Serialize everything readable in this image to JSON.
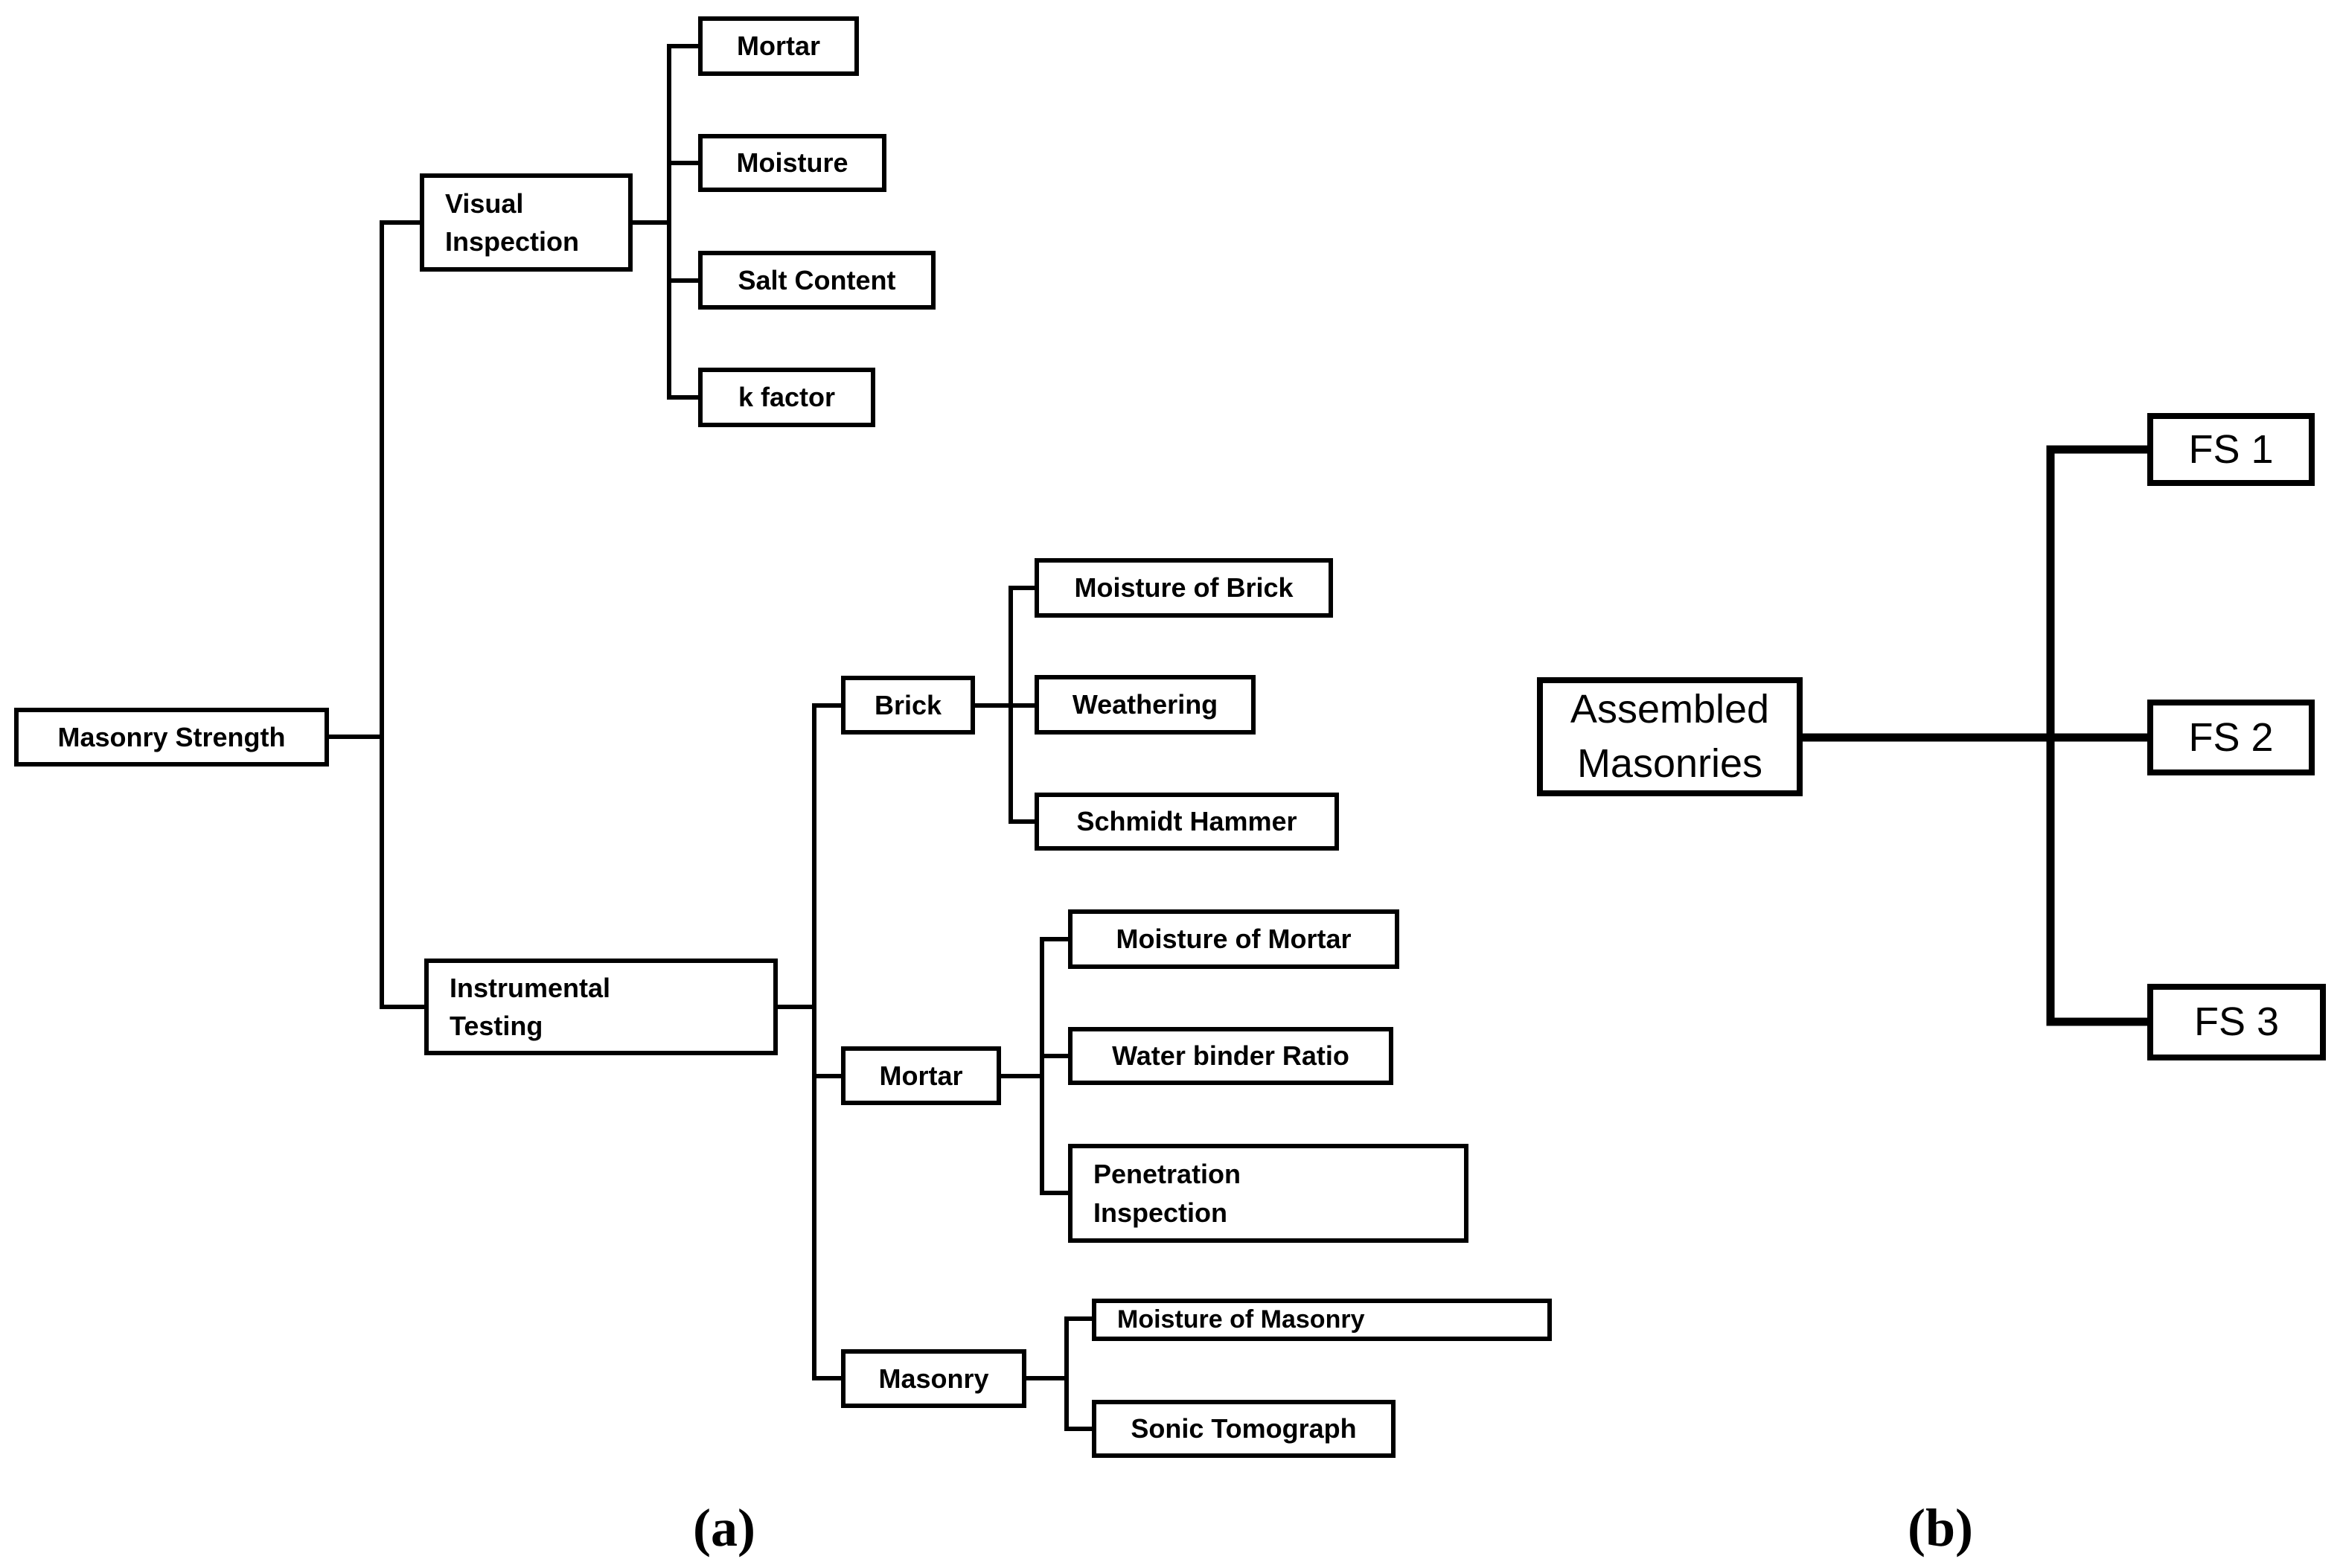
{
  "figure": {
    "background": "#ffffff",
    "line_color": "#000000",
    "box_border_color": "#000000",
    "text_color": "#000000",
    "panels": {
      "a": {
        "caption": "(a)",
        "root": "Masonry Strength",
        "visual_inspection": {
          "label": "Visual\nInspection",
          "children": [
            "Mortar",
            "Moisture",
            "Salt Content",
            "k factor"
          ]
        },
        "instrumental_testing": {
          "label": "Instrumental\nTesting",
          "groups": [
            {
              "label": "Brick",
              "children": [
                "Moisture of Brick",
                "Weathering",
                "Schmidt Hammer"
              ]
            },
            {
              "label": "Mortar",
              "children": [
                "Moisture of Mortar",
                "Water binder Ratio",
                "Penetration\nInspection"
              ]
            },
            {
              "label": "Masonry",
              "children": [
                "Moisture of Masonry",
                "Sonic Tomograph"
              ]
            }
          ]
        }
      },
      "b": {
        "caption": "(b)",
        "root": "Assembled\nMasonries",
        "children": [
          "FS 1",
          "FS 2",
          "FS 3"
        ]
      }
    }
  }
}
